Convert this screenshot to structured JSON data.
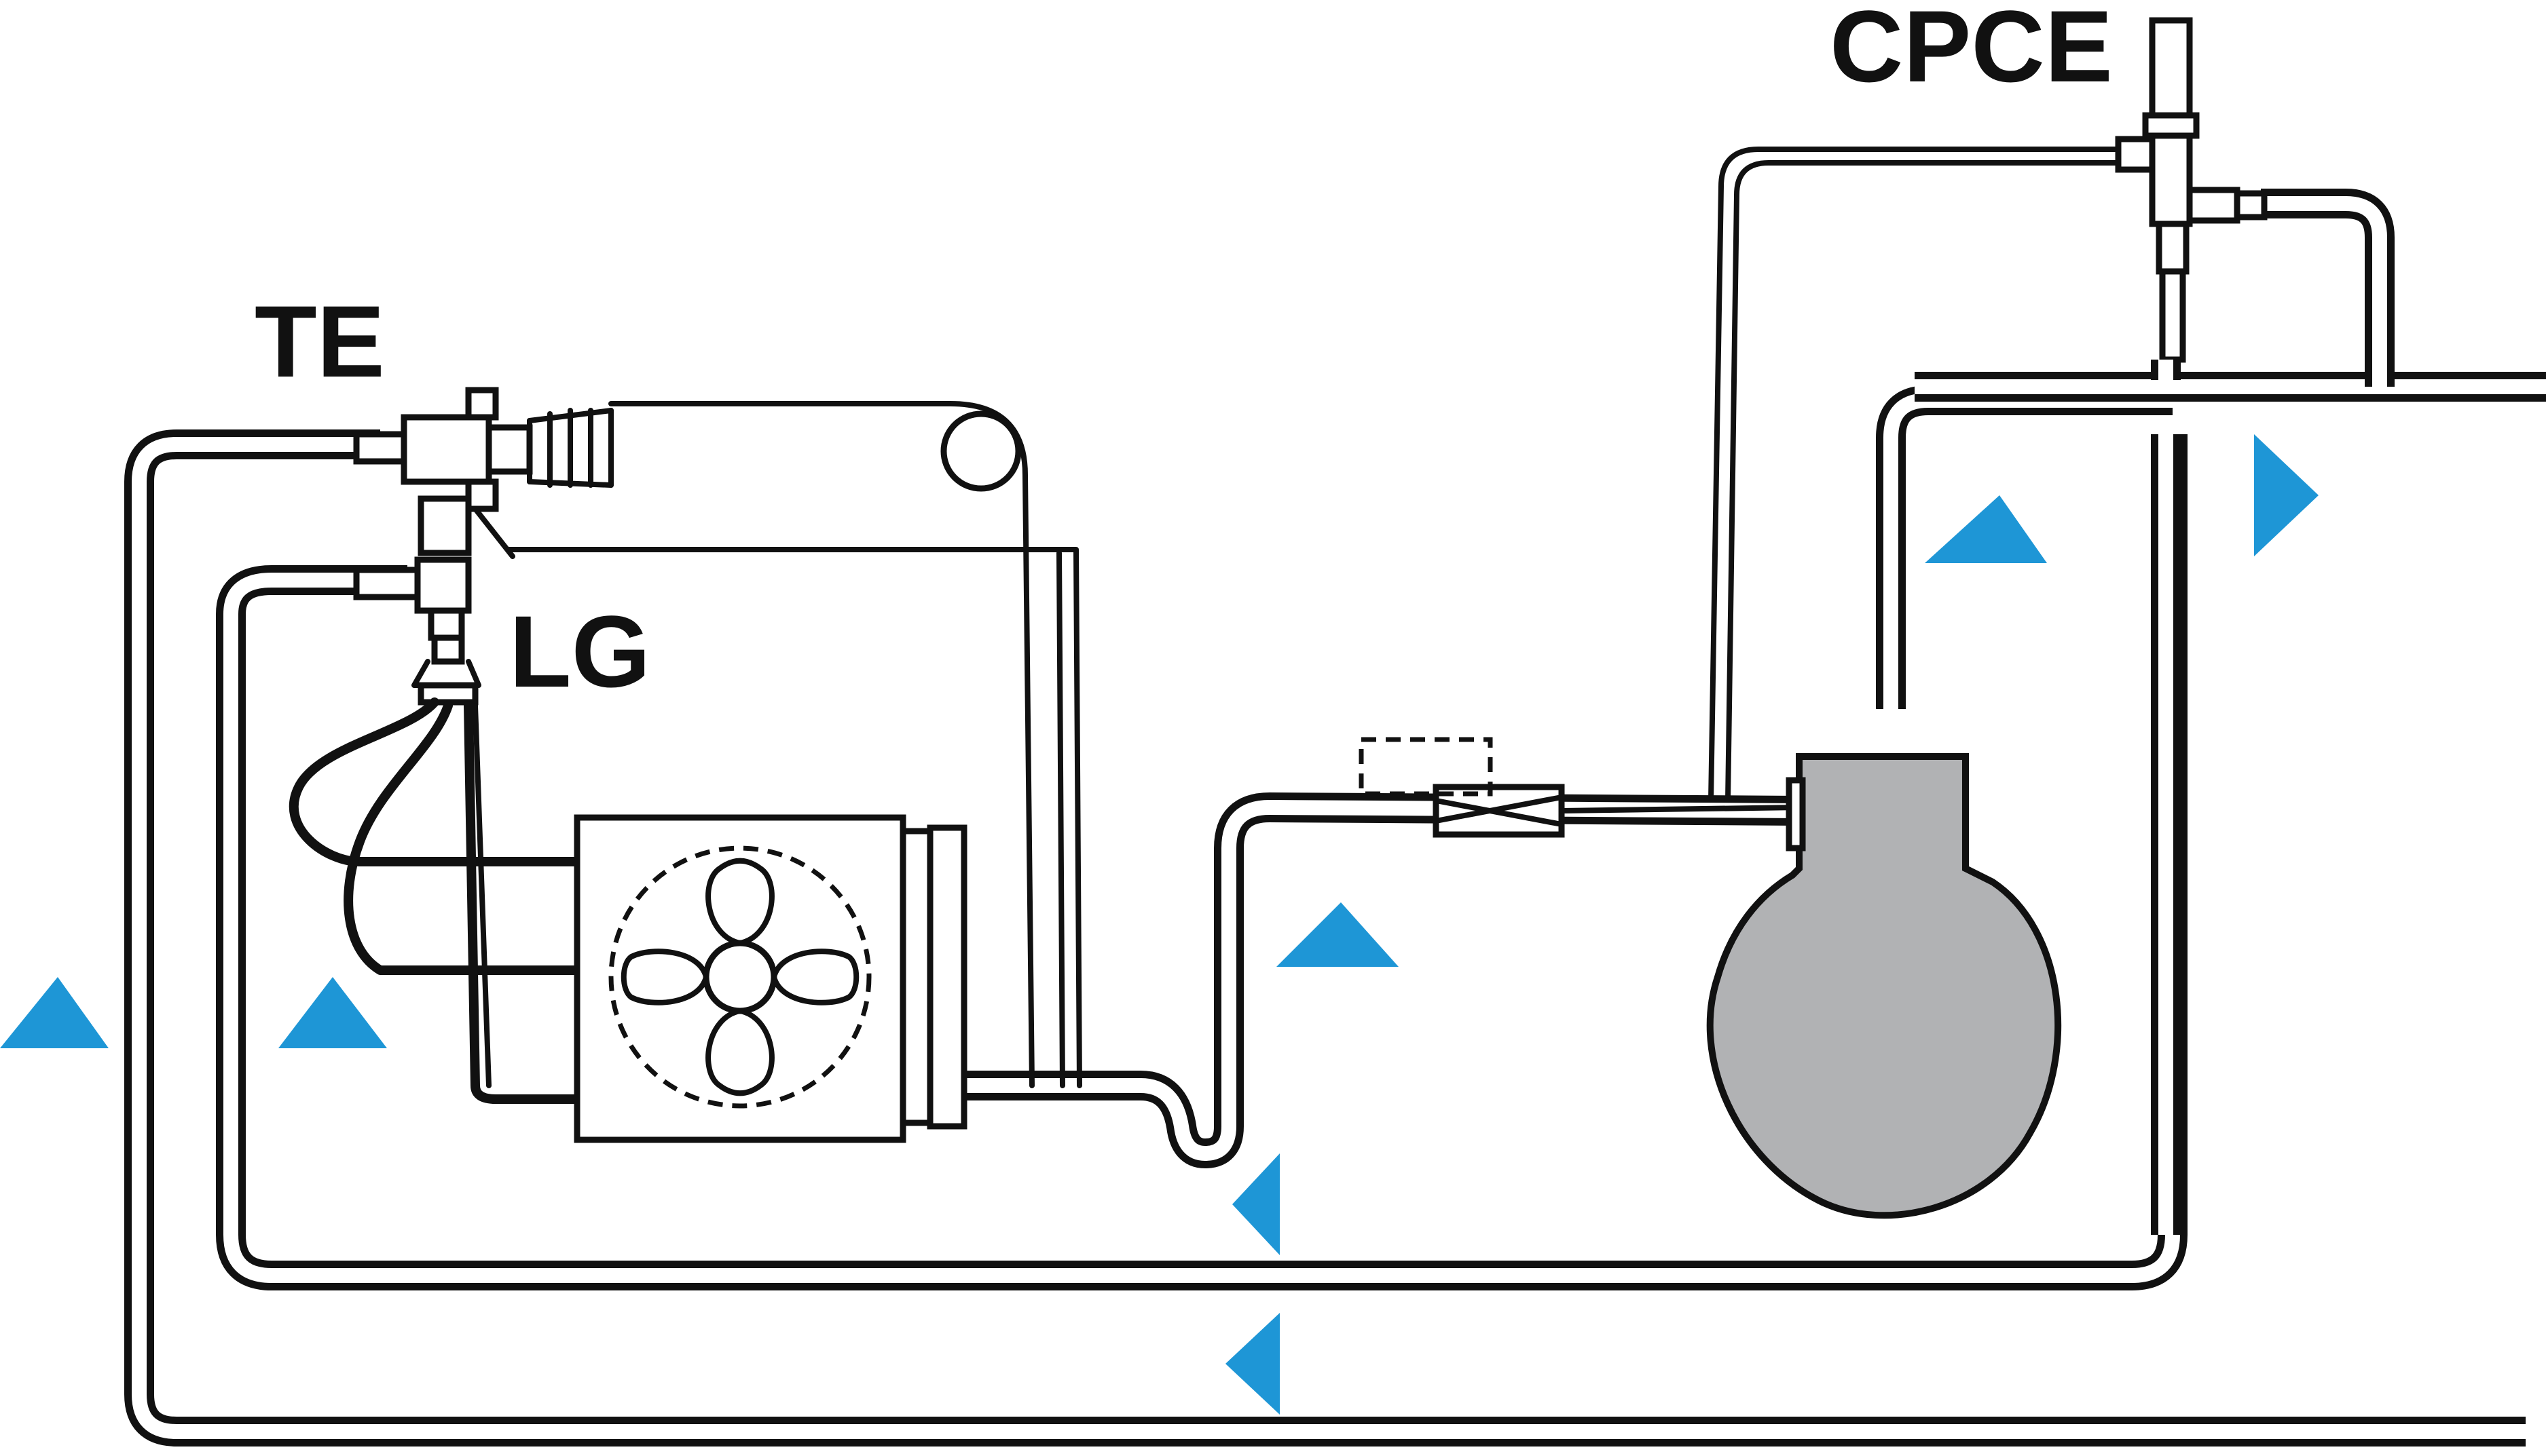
{
  "labels": {
    "te": "TE",
    "lg": "LG",
    "cpce": "CPCE"
  },
  "colors": {
    "line": "#111111",
    "airflow_arrow": "#1e96d6",
    "compressor_fill": "#b1b2b4",
    "background": "#ffffff"
  },
  "icons": {
    "airflow": "triangle-arrow",
    "fan": "four-blade-fan",
    "valve": "expansion-valve",
    "filter": "filter-drier"
  }
}
